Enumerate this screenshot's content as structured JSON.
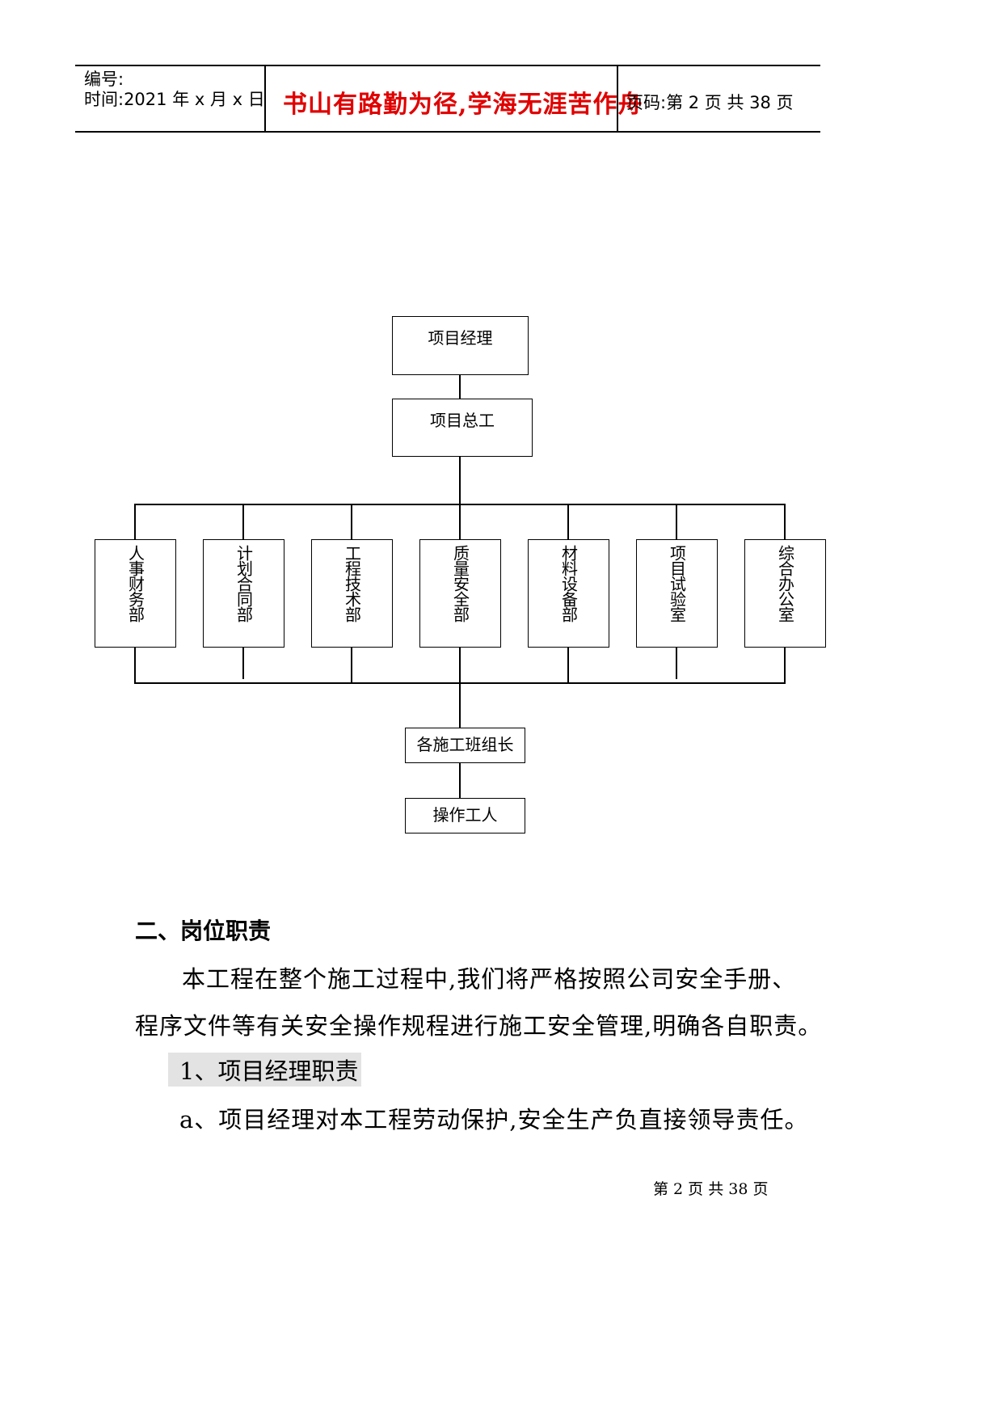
{
  "header": {
    "number_label": "编号:",
    "time_label": "时间:2021 年 x 月 x 日",
    "motto": "书山有路勤为径,学海无涯苦作舟",
    "page_label": "页码:第 2 页 共 38 页"
  },
  "org_chart": {
    "top": "项目经理",
    "second": "项目总工",
    "departments": [
      "人事财务部",
      "计划合同部",
      "工程技术部",
      "质量安全部",
      "材料设备部",
      "项目试验室",
      "综合办公室"
    ],
    "team_leaders": "各施工班组长",
    "workers": "操作工人"
  },
  "section": {
    "heading": "二、岗位职责",
    "para1_line1": "本工程在整个施工过程中,我们将严格按照公司安全手册、",
    "para1_line2": "程序文件等有关安全操作规程进行施工安全管理,明确各自职责。",
    "subheading": "1、项目经理职责",
    "item_a": "a、项目经理对本工程劳动保护,安全生产负直接领导责任。"
  },
  "footer": {
    "page_text": "第 2 页 共 38 页"
  }
}
